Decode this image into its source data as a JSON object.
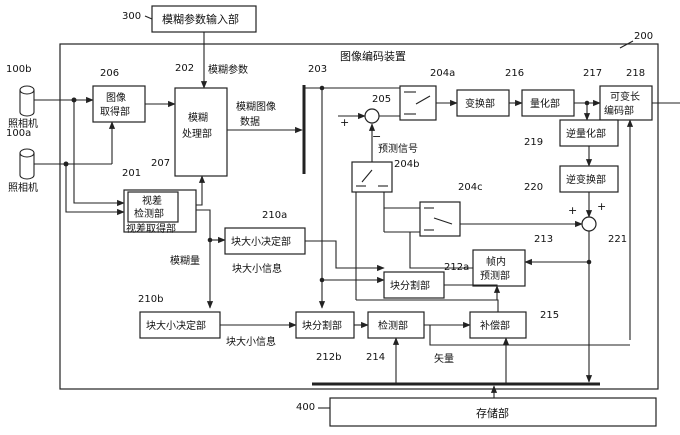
{
  "frame": {
    "title": "图像编码装置",
    "ref": "200"
  },
  "blocks": {
    "b300": {
      "label": "模糊参数输入部",
      "ref": "300"
    },
    "b206": {
      "label": [
        "图像",
        "取得部"
      ],
      "ref": "206"
    },
    "b202": {
      "label": [
        "模糊",
        "处理部"
      ],
      "ref": "202"
    },
    "b201": {
      "label": [
        "视差",
        "检测部"
      ],
      "ref": "201"
    },
    "b207": {
      "label": "视差取得部",
      "ref": "207"
    },
    "b216": {
      "label": "变换部",
      "ref": "216"
    },
    "b217": {
      "label": "量化部",
      "ref": "217"
    },
    "b218": {
      "label": [
        "可变长",
        "编码部"
      ],
      "ref": "218"
    },
    "b219": {
      "label": "逆量化部",
      "ref": "219"
    },
    "b220": {
      "label": "逆变换部",
      "ref": "220"
    },
    "b213": {
      "label": [
        "帧内",
        "预测部"
      ],
      "ref": "213"
    },
    "b212a": {
      "label": "块分割部",
      "ref": "212a"
    },
    "b210a": {
      "label": "块大小决定部",
      "ref": "210a"
    },
    "b210b": {
      "label": "块大小决定部",
      "ref": "210b"
    },
    "b212b": {
      "label": "块分割部",
      "ref": "212b"
    },
    "b214": {
      "label": "检测部",
      "ref": "214"
    },
    "b215": {
      "label": "补偿部",
      "ref": "215"
    },
    "b400": {
      "label": "存储部",
      "ref": "400"
    }
  },
  "cameras": [
    {
      "ref": "100b",
      "label": "照相机"
    },
    {
      "ref": "100a",
      "label": "照相机"
    }
  ],
  "signals": {
    "blur_param": "模糊参数",
    "blurred_image": [
      "模糊图像",
      "数据"
    ],
    "pred_signal": "预测信号",
    "blur_amount": "模糊量",
    "block_info_a": "块大小信息",
    "block_info_b": "块大小信息",
    "vector": "矢量"
  },
  "refs": {
    "bus": "203",
    "sub": "205",
    "add": "221",
    "sw_a": "204a",
    "sw_b": "204b",
    "sw_c": "204c"
  },
  "symbols": {
    "plus": "+",
    "minus": "−"
  }
}
